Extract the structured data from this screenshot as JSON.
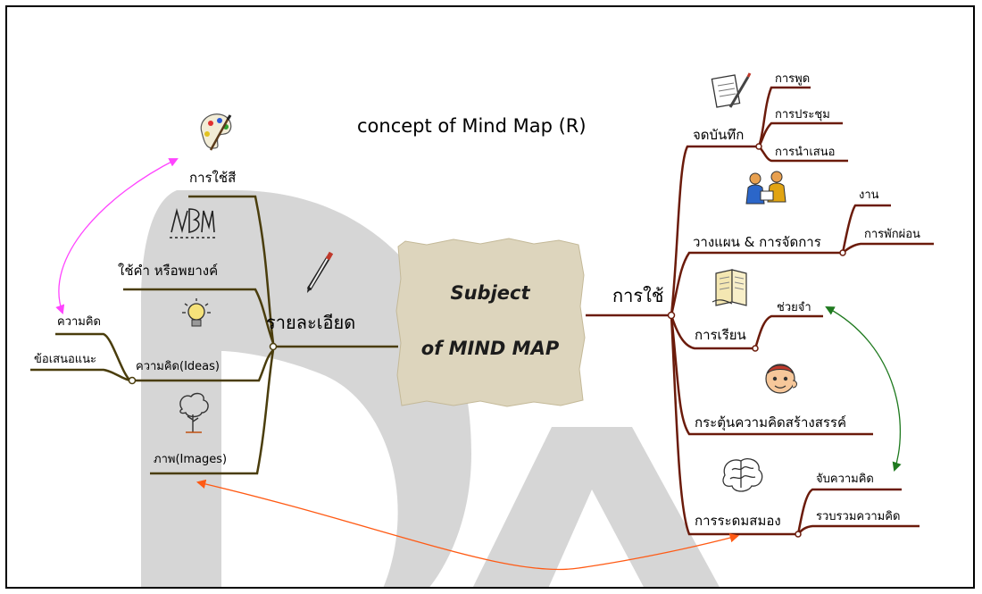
{
  "title": "concept of Mind Map (R)",
  "center": {
    "line1": "Subject",
    "line2": "of MIND MAP"
  },
  "left_branch": {
    "label": "รายละเอียด",
    "items": [
      {
        "label": "การใช้สี",
        "icon": "paint-palette-icon"
      },
      {
        "label": "ใช้คำ หรือพยางค์",
        "icon": "writing-words-icon"
      },
      {
        "label": "ความคิด(Ideas)",
        "icon": "lightbulb-icon",
        "subs": [
          "ความคิด",
          "ข้อเสนอแนะ"
        ]
      },
      {
        "label": "ภาพ(Images)",
        "icon": "tree-drawing-icon"
      }
    ]
  },
  "right_branch": {
    "label": "การใช้",
    "items": [
      {
        "label": "จดบันทึก",
        "icon": "notepad-pencil-icon",
        "subs": [
          "การพูด",
          "การประชุม",
          "การนำเสนอ"
        ]
      },
      {
        "label": "วางแผน & การจัดการ",
        "icon": "people-planning-icon",
        "subs": [
          "งาน",
          "การพักผ่อน"
        ]
      },
      {
        "label": "การเรียน",
        "icon": "open-book-icon",
        "subs": [
          "ช่วยจำ"
        ]
      },
      {
        "label": "กระตุ้นความคิดสร้างสรรค์",
        "icon": "thinking-face-icon"
      },
      {
        "label": "การระดมสมอง",
        "icon": "brain-icon",
        "subs": [
          "จับความคิด",
          "รวบรวมความคิด"
        ]
      }
    ]
  },
  "colors": {
    "left_branch": "#4a3d0c",
    "right_branch": "#6b1b0b",
    "watermark": "#cfcfcf",
    "pink_arrow": "#ff44ff",
    "green_arrow": "#1f7a1f",
    "orange_arrow": "#ff5a14",
    "center_box": "#ddd5bd"
  }
}
